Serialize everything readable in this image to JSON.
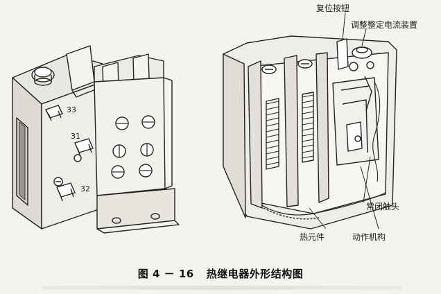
{
  "left_device": {
    "part_numbers": [
      "33",
      "31",
      "32"
    ]
  },
  "right_device": {
    "labels": {
      "reset_button": "复位按钮",
      "setting_current_adjuster": "调整整定电流装置",
      "nc_contact": "常闭触头",
      "thermal_element": "热元件",
      "actuating_mechanism": "动作机构"
    }
  },
  "caption": {
    "figure_number": "图 4 － 16",
    "title": "热继电器外形结构图"
  }
}
